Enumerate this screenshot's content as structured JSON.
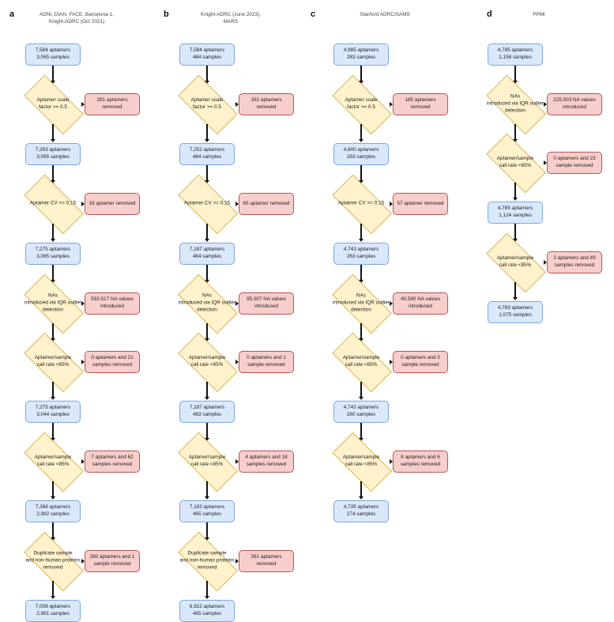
{
  "figure": {
    "type": "flowchart",
    "description": "Four-panel proteomics QC pipeline flowchart",
    "colors": {
      "process_fill": "#dae8fc",
      "process_border": "#7ea6e0",
      "decision_fill": "#fff2cc",
      "decision_border": "#d6b656",
      "removed_fill": "#f8cecc",
      "removed_border": "#b85450",
      "connector": "#111111",
      "background": "#ffffff"
    }
  },
  "panels": [
    {
      "letter": "a",
      "title": "ADNI, DIAN, FACE, Barcelona-1, Knight-ADRC (Oct 2021)",
      "steps": [
        {
          "kind": "counts",
          "text": "7,584 aptamers\n3,065 samples"
        },
        {
          "kind": "decision",
          "text": "Aptamer scale\nfactor >= 0.5",
          "removed": "291 aptamers\nremoved"
        },
        {
          "kind": "counts",
          "text": "7,293 aptamers\n3,065 samples"
        },
        {
          "kind": "decision",
          "text": "Aptamer CV >= 0.15",
          "removed": "18 aptamer removed"
        },
        {
          "kind": "counts",
          "text": "7,275 aptamers\n3,065 samples"
        },
        {
          "kind": "decision",
          "text": "NAs\nintroduced via IQR outlier\ndetection",
          "removed": "593,517 NA values\nintroduced"
        },
        {
          "kind": "decision",
          "text": "Aptamer/sample\ncall rate <65%",
          "removed": "0 aptamers and 21\nsamples removed"
        },
        {
          "kind": "counts",
          "text": "7,275 aptamers\n3,044 samples"
        },
        {
          "kind": "decision",
          "text": "Aptamer/sample\ncall rate <85%",
          "removed": "7 aptamers and 62\nsamples removed"
        },
        {
          "kind": "counts",
          "text": "7,268 aptamers\n2,982 samples"
        },
        {
          "kind": "decision",
          "text": "Duplicate sample\nand non-human proteins\nremoved",
          "removed": "260 aptamers and 1\nsample removed"
        },
        {
          "kind": "counts",
          "text": "7,008 aptamers\n2,981 samples"
        }
      ]
    },
    {
      "letter": "b",
      "title": "Knight-ADRC (June 2023), MARS",
      "steps": [
        {
          "kind": "counts",
          "text": "7,584 aptamers\n484 samples"
        },
        {
          "kind": "decision",
          "text": "Aptamer scale\nfactor >= 0.5",
          "removed": "332 aptamers\nremoved"
        },
        {
          "kind": "counts",
          "text": "7,252 aptamers\n484 samples"
        },
        {
          "kind": "decision",
          "text": "Aptamer CV >= 0.15",
          "removed": "65 aptamer removed"
        },
        {
          "kind": "counts",
          "text": "7,187 aptamers\n484 samples"
        },
        {
          "kind": "decision",
          "text": "NAs\nintroduced via IQR outlier\ndetection",
          "removed": "95,007 NA values\nintroduced"
        },
        {
          "kind": "decision",
          "text": "Aptamer/sample\ncall rate <65%",
          "removed": "0 aptamers and 1\nsample removed"
        },
        {
          "kind": "counts",
          "text": "7,187 aptamers\n483 samples"
        },
        {
          "kind": "decision",
          "text": "Aptamer/sample\ncall rate <85%",
          "removed": "4 aptamers and 18\nsamples removed"
        },
        {
          "kind": "counts",
          "text": "7,183 aptamers\n465 samples"
        },
        {
          "kind": "decision",
          "text": "Duplicate sample\nand non-human proteins\nremoved",
          "removed": "261 aptamers\nremoved"
        },
        {
          "kind": "counts",
          "text": "6,922 aptamers\n465 samples"
        }
      ]
    },
    {
      "letter": "c",
      "title": "Stanford ADRC/SAMS",
      "steps": [
        {
          "kind": "counts",
          "text": "4,985 aptamers\n283 samples"
        },
        {
          "kind": "decision",
          "text": "Aptamer scale\nfactor >= 0.5",
          "removed": "185 aptamers\nremoved"
        },
        {
          "kind": "counts",
          "text": "4,800 aptamers\n283 samples"
        },
        {
          "kind": "decision",
          "text": "Aptamer CV >= 0.15",
          "removed": "57 aptamer removed"
        },
        {
          "kind": "counts",
          "text": "4,743 aptamers\n283 samples"
        },
        {
          "kind": "decision",
          "text": "NAs\nintroduced via IQR outlier\ndetection",
          "removed": "40,580 NA values\nintroduced"
        },
        {
          "kind": "decision",
          "text": "Aptamer/sample\ncall rate <65%",
          "removed": "0 aptamers and 3\nsample removed"
        },
        {
          "kind": "counts",
          "text": "4,743 aptamers\n280 samples"
        },
        {
          "kind": "decision",
          "text": "Aptamer/sample\ncall rate <85%",
          "removed": "8 aptamers and 6\nsamples removed"
        },
        {
          "kind": "counts",
          "text": "4,735 aptamers\n274 samples"
        }
      ]
    },
    {
      "letter": "d",
      "title": "PPMI",
      "steps": [
        {
          "kind": "counts",
          "text": "4,785 aptamers\n1,158 samples"
        },
        {
          "kind": "decision",
          "text": "NAs\nintroduced via IQR outlier\ndetection",
          "removed": "225,003 NA values\nintroduced"
        },
        {
          "kind": "decision",
          "text": "Aptamer/sample\ncall rate <65%",
          "removed": "0 aptamers and 23\nsample removed"
        },
        {
          "kind": "counts",
          "text": "4,785 aptamers\n1,124 samples"
        },
        {
          "kind": "decision",
          "text": "Aptamer/sample\ncall rate <85%",
          "removed": "2 aptamers and 49\nsamples removed"
        },
        {
          "kind": "counts",
          "text": "4,783 aptamers\n1,075 samples"
        }
      ]
    }
  ]
}
